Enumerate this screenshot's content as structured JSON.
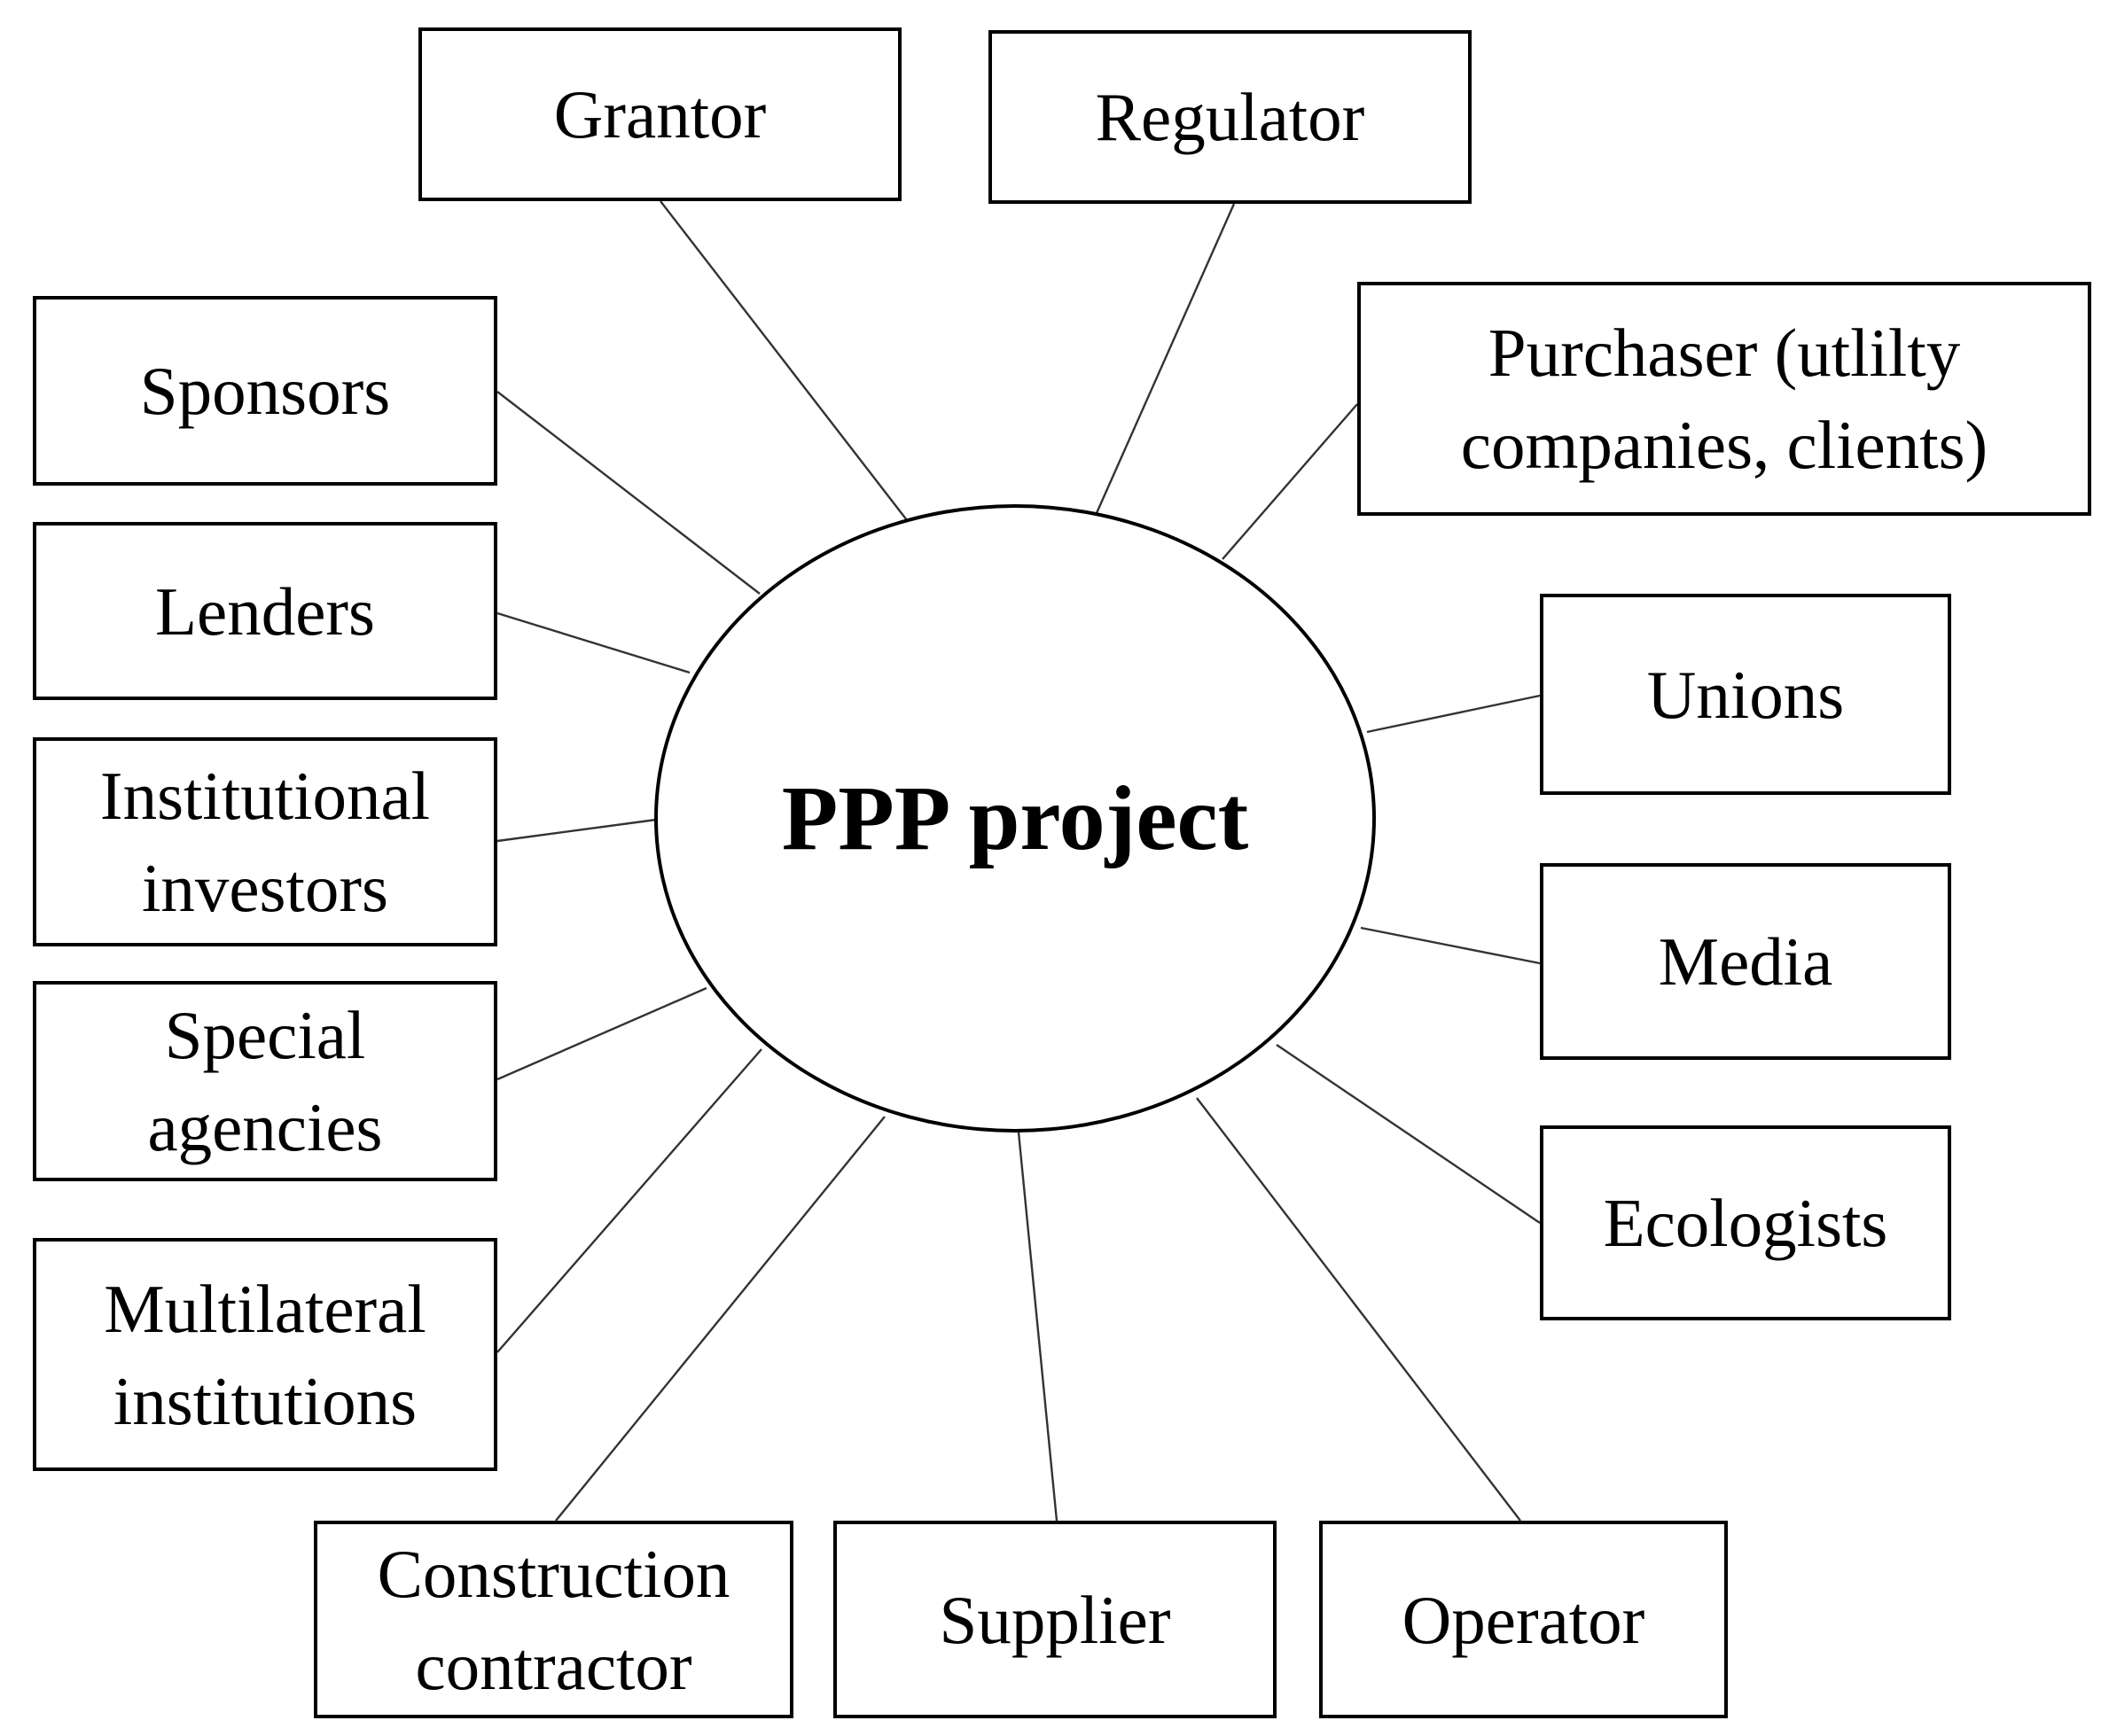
{
  "diagram": {
    "center": {
      "label": "PPP project"
    },
    "stakeholders": {
      "grantor": "Grantor",
      "regulator": "Regulator",
      "purchaser": [
        "Purchaser (utlilty",
        "companies, clients)"
      ],
      "sponsors": "Sponsors",
      "lenders": "Lenders",
      "institutional_investors": [
        "Institutional",
        "investors"
      ],
      "special_agencies": [
        "Special",
        "agencies"
      ],
      "multilateral_institutions": [
        "Multilateral",
        "institutions"
      ],
      "unions": "Unions",
      "media": "Media",
      "ecologists": "Ecologists",
      "construction_contractor": [
        "Construction",
        "contractor"
      ],
      "supplier": "Supplier",
      "operator": "Operator"
    },
    "colors": {
      "line": "#333333",
      "border": "#000000",
      "background": "#ffffff"
    }
  }
}
